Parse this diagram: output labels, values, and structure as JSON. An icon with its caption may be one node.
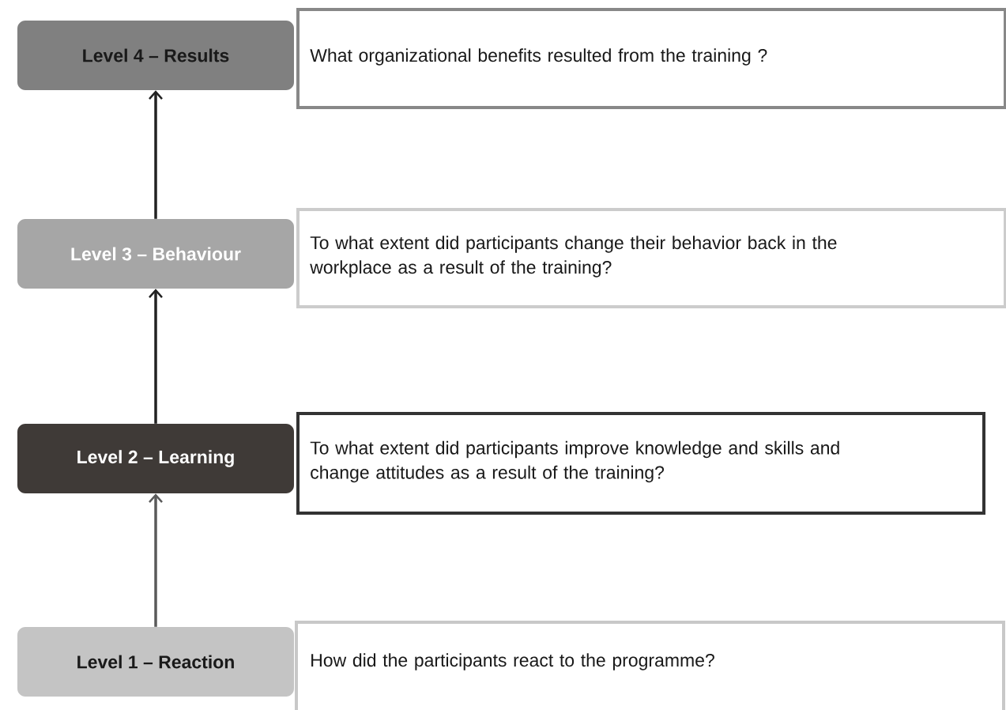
{
  "diagram": {
    "nodes": [
      {
        "text": [
          "Level 4 – Results"
        ]
      },
      {
        "text": [
          "What organizational benefits resulted from the training ?"
        ]
      },
      {
        "text": [
          "Level 3 – Behaviour"
        ]
      },
      {
        "text": [
          "To what extent did participants change their behavior back in the workplace as a result of the training?"
        ]
      },
      {
        "text": [
          "Level 2 – Learning"
        ]
      },
      {
        "text": [
          "To what extent did participants improve knowledge and skills and change attitudes as a result of the training?"
        ]
      },
      {
        "text": [
          "Level 1 – Reaction"
        ]
      },
      {
        "text": [
          "How did the participants react to the programme?"
        ]
      }
    ],
    "edges": [
      {
        "from": 6,
        "to": 4,
        "arrow": "to",
        "color": "#5a5a5a"
      },
      {
        "from": 4,
        "to": 2,
        "arrow": "to"
      },
      {
        "from": 2,
        "to": 0,
        "arrow": "to"
      }
    ]
  }
}
